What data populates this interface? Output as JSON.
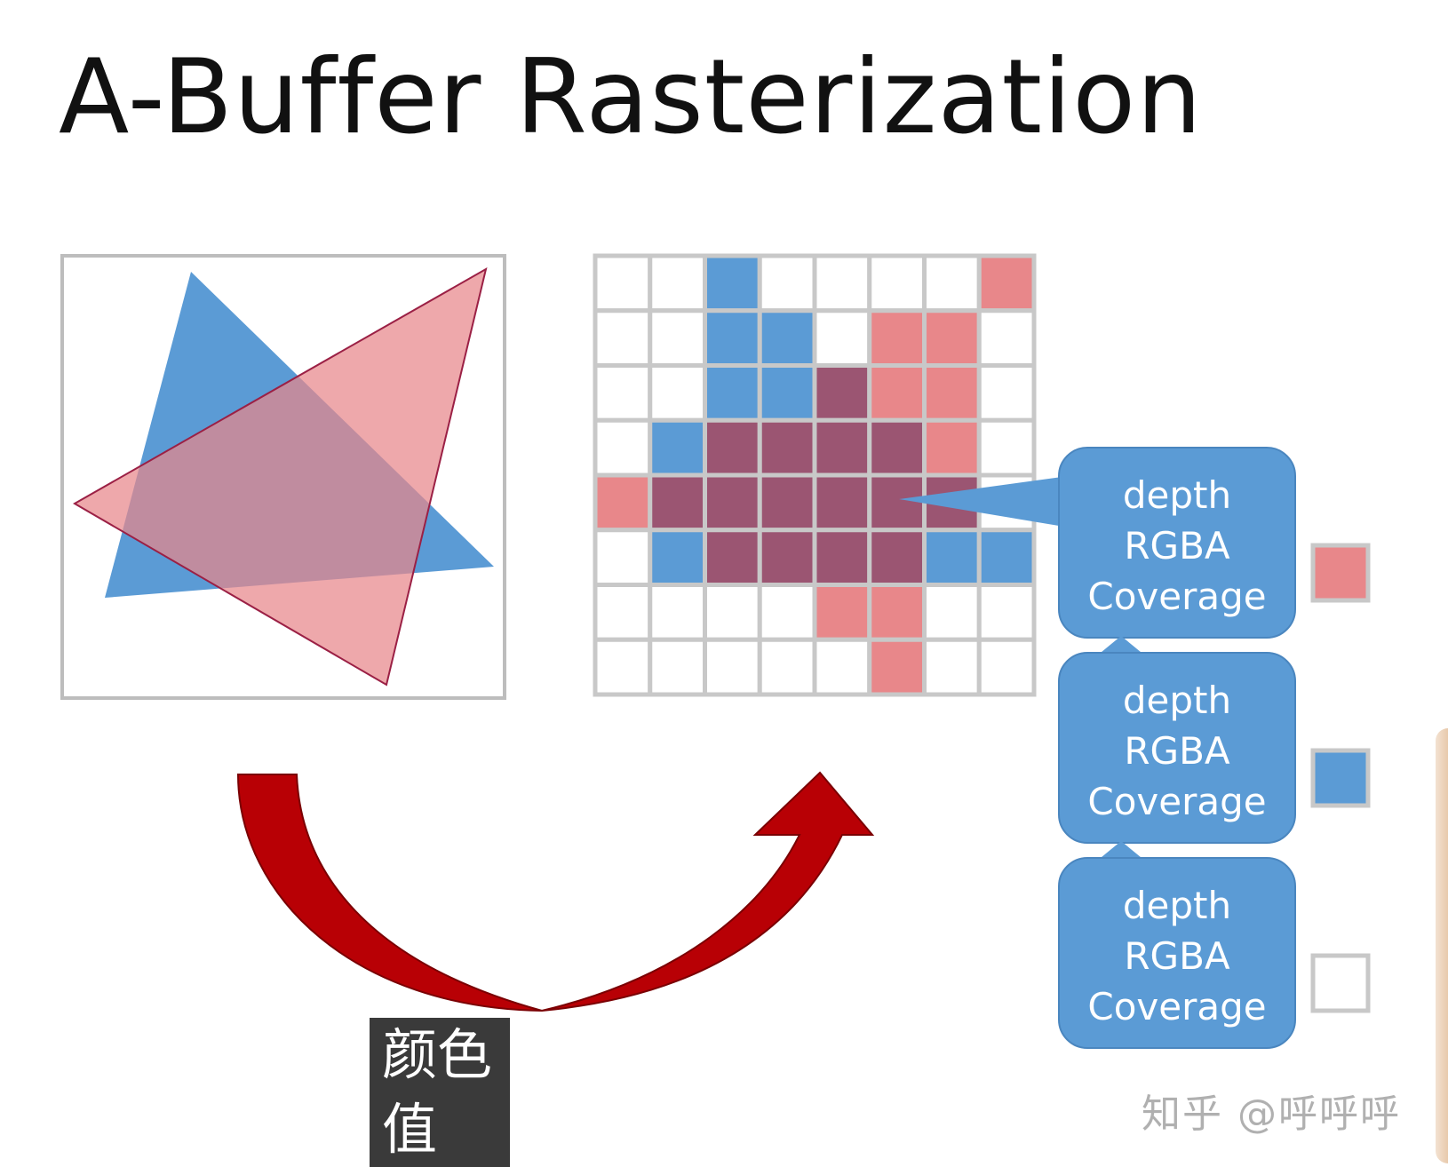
{
  "title": "A-Buffer Rasterization",
  "colors": {
    "blue": "#5b9bd5",
    "red": "#e8878a",
    "overlap": "#9b5572",
    "grid_line": "#c8c8c8",
    "arrow": "#b80005"
  },
  "grid": {
    "rows": 8,
    "cols": 8,
    "cells": [
      [
        "empty",
        "empty",
        "blue",
        "empty",
        "empty",
        "empty",
        "empty",
        "red"
      ],
      [
        "empty",
        "empty",
        "blue",
        "blue",
        "empty",
        "red",
        "red",
        "empty"
      ],
      [
        "empty",
        "empty",
        "blue",
        "blue",
        "overlap",
        "red",
        "red",
        "empty"
      ],
      [
        "empty",
        "blue",
        "overlap",
        "overlap",
        "overlap",
        "overlap",
        "red",
        "empty"
      ],
      [
        "red",
        "overlap",
        "overlap",
        "overlap",
        "overlap",
        "overlap",
        "overlap",
        "empty"
      ],
      [
        "empty",
        "blue",
        "overlap",
        "overlap",
        "overlap",
        "overlap",
        "blue",
        "blue"
      ],
      [
        "empty",
        "empty",
        "empty",
        "empty",
        "red",
        "red",
        "empty",
        "empty"
      ],
      [
        "empty",
        "empty",
        "empty",
        "empty",
        "empty",
        "red",
        "empty",
        "empty"
      ]
    ]
  },
  "fragment_list": [
    {
      "lines": [
        "depth",
        "RGBA",
        "Coverage"
      ],
      "swatch": "red"
    },
    {
      "lines": [
        "depth",
        "RGBA",
        "Coverage"
      ],
      "swatch": "blue"
    },
    {
      "lines": [
        "depth",
        "RGBA",
        "Coverage"
      ],
      "swatch": "empty"
    }
  ],
  "subtitle": {
    "line1": "颜色",
    "line2": "值"
  },
  "watermark": {
    "left": "知乎",
    "right": "@呼呼呼"
  }
}
